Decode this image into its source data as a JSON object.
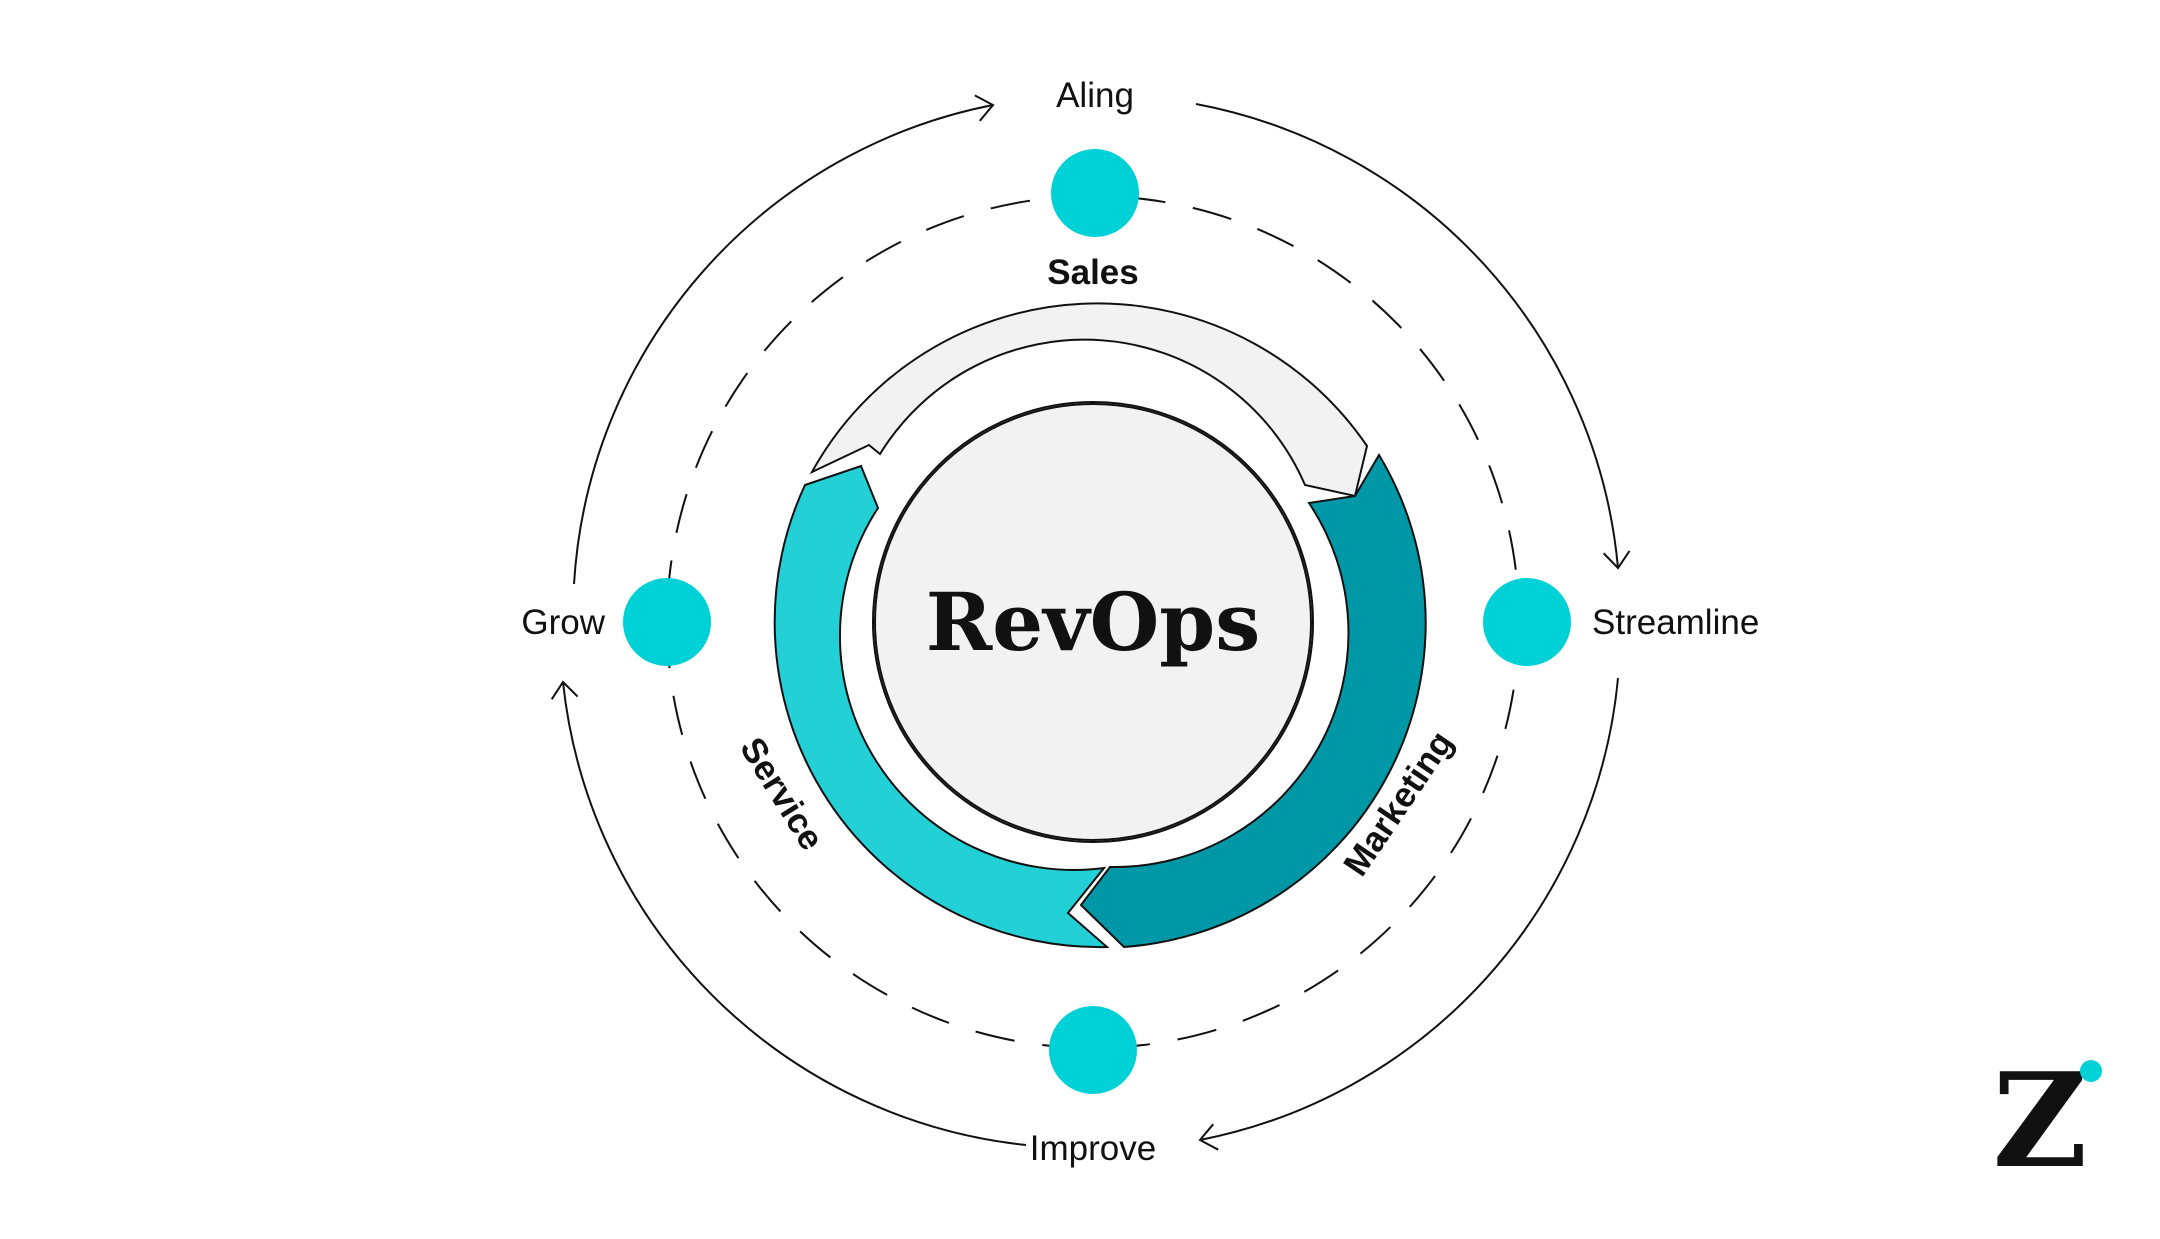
{
  "diagram": {
    "center_label": "RevOps",
    "segments": [
      {
        "label": "Sales",
        "color": "#f2f2f2"
      },
      {
        "label": "Marketing",
        "color": "#0098a6"
      },
      {
        "label": "Service",
        "color": "#22d0d6"
      }
    ],
    "stages": [
      {
        "label": "Aling"
      },
      {
        "label": "Streamline"
      },
      {
        "label": "Improve"
      },
      {
        "label": "Grow"
      }
    ],
    "colors": {
      "node": "#00d1d6",
      "line": "#111111",
      "center": "#f2f2f2"
    }
  },
  "logo": {
    "letter": "Z",
    "dot_color": "#00d1d6"
  }
}
